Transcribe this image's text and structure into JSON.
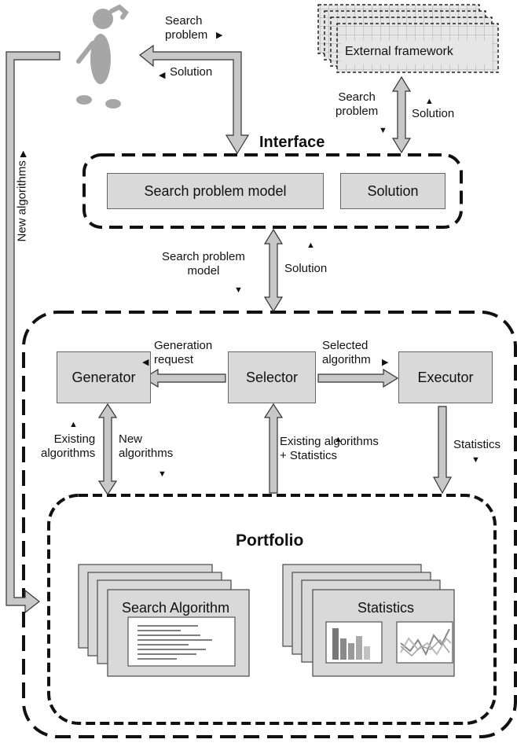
{
  "labels": {
    "search_problem_top": "Search\nproblem",
    "solution_top": "Solution",
    "external_framework": "External framework",
    "search_problem_ext": "Search\nproblem",
    "solution_ext": "Solution",
    "interface": "Interface",
    "search_problem_model": "Search problem model",
    "solution_box": "Solution",
    "new_algorithms_vertical": "New algorithms",
    "search_problem_model_mid": "Search problem\nmodel",
    "solution_mid": "Solution",
    "generator": "Generator",
    "selector": "Selector",
    "executor": "Executor",
    "generation_request": "Generation\nrequest",
    "selected_algorithm": "Selected\nalgorithm",
    "existing_algorithms_left": "Existing\nalgorithms",
    "new_algorithms_left": "New\nalgorithms",
    "existing_algorithms_stats": "Existing algorithms\n+ Statistics",
    "statistics_right": "Statistics",
    "portfolio": "Portfolio",
    "search_algorithm": "Search Algorithm",
    "statistics_card": "Statistics"
  },
  "colors": {
    "box_fill": "#d9d9d9",
    "arrow_fill": "#c8c8c8",
    "stroke": "#111111",
    "person": "#a6a6a6"
  }
}
